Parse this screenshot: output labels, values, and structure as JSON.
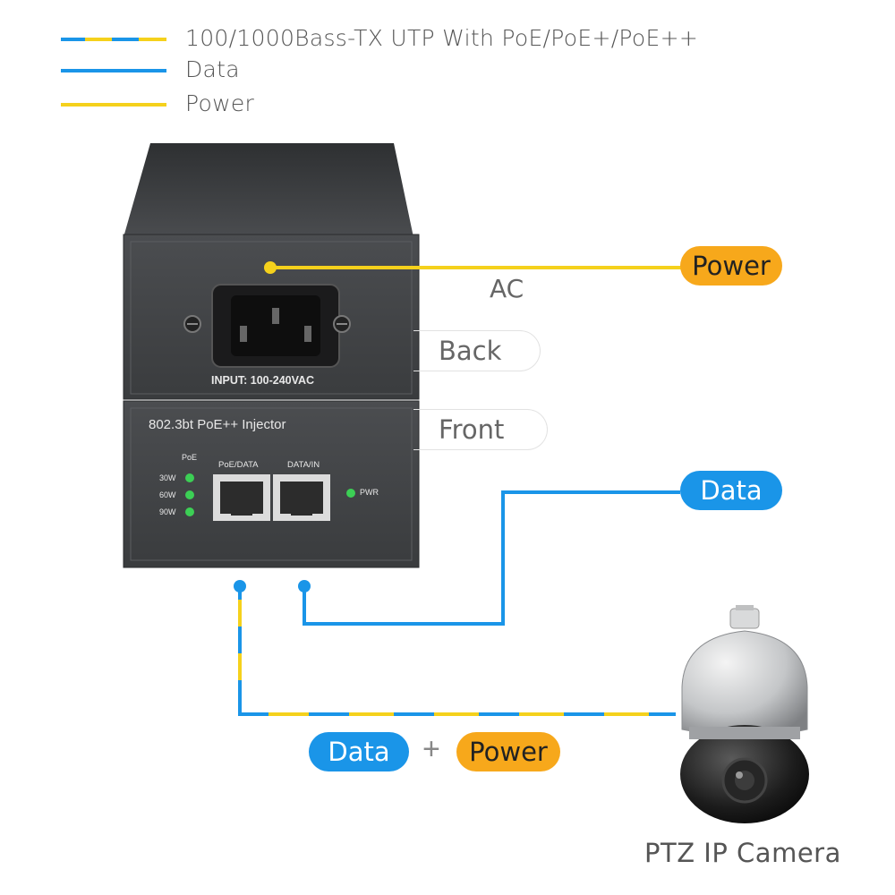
{
  "colors": {
    "data_blue": "#1a95e8",
    "power_yellow": "#f5d11c",
    "pill_orange": "#f7a81b",
    "device_gray": "#3f4143"
  },
  "legend": [
    {
      "label": "100/1000Bass-TX UTP With PoE/PoE+/PoE++",
      "line_style": "blue-yellow-dashed"
    },
    {
      "label": "Data",
      "line_style": "blue"
    },
    {
      "label": "Power",
      "line_style": "yellow"
    }
  ],
  "device": {
    "name": "802.3bt PoE++ Injector",
    "input_label": "INPUT: 100-240VAC",
    "poe_header": "PoE",
    "poe_levels": [
      "30W",
      "60W",
      "90W"
    ],
    "port_labels": [
      "PoE/DATA",
      "DATA/IN"
    ],
    "pwr_label": "PWR"
  },
  "labels": {
    "ac": "AC",
    "back": "Back",
    "front": "Front",
    "power_pill": "Power",
    "data_pill": "Data",
    "bottom_data": "Data",
    "plus": "+",
    "bottom_power": "Power",
    "camera": "PTZ IP Camera"
  }
}
